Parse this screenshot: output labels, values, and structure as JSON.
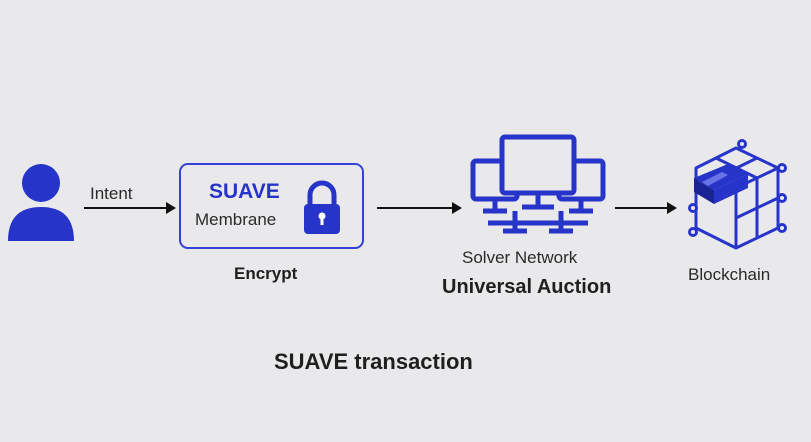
{
  "diagram": {
    "title": "SUAVE transaction",
    "intent_label": "Intent",
    "membrane": {
      "title": "SUAVE",
      "subtitle": "Membrane",
      "caption": "Encrypt"
    },
    "solver": {
      "label": "Solver Network",
      "caption": "Universal Auction"
    },
    "blockchain_label": "Blockchain"
  },
  "colors": {
    "accent": "#2634c9",
    "arrow": "#111111",
    "background": "#e9e9eb"
  },
  "icons": {
    "user": "user-icon",
    "lock": "lock-icon",
    "monitors": "monitor-network-icon",
    "blockchain": "blockchain-cube-icon"
  }
}
